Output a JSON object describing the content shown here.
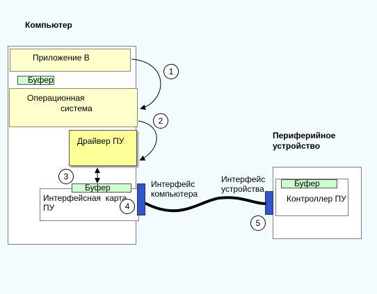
{
  "computer": {
    "title": "Компьютер",
    "application": "Приложение В",
    "buffer_top": "Буфер",
    "os_line1": "Операционная",
    "os_line2": "система",
    "driver": "Драйвер ПУ",
    "card_buffer": "Буфер",
    "card_line1": "Интерфейсная  карта",
    "card_line2": "ПУ",
    "interface_line1": "Интерфейс",
    "interface_line2": "компьютера"
  },
  "peripheral": {
    "title_line1": "Периферийное",
    "title_line2": "устройство",
    "interface_line1": "Интерфейс",
    "interface_line2": "устройства",
    "buffer": "Буфер",
    "controller": "Контроллер ПУ"
  },
  "steps": [
    "1",
    "2",
    "3",
    "4",
    "5"
  ],
  "colors": {
    "background": "#f2fcfe",
    "module_fill": "#ffffcc",
    "driver_fill": "#ffff99",
    "buffer_fill": "#ccffcc",
    "port_fill": "#3355cc"
  }
}
